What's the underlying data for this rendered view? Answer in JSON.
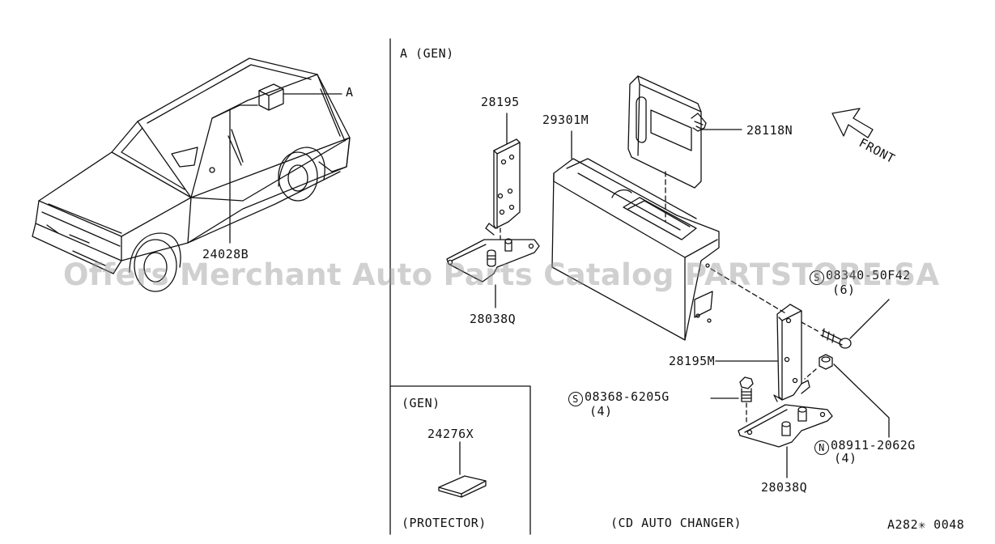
{
  "watermark": "Offers Merchant Auto Parts Catalog PARTSTORE.SA",
  "view_a_title": "A (GEN)",
  "callout_a": "A",
  "diagram_code": "A282✳ 0048",
  "parts": {
    "antenna": "24028B",
    "bracket_left": "28195",
    "cd_changer": "29301M",
    "controller": "28118N",
    "bracket_lower_left": "28038Q",
    "bracket_right": "28195M",
    "bracket_lower_right": "28038Q",
    "protector": "24276X"
  },
  "screw_top": {
    "prefix": "S",
    "number": "08340-50F42",
    "qty": "(6)"
  },
  "screw_left": {
    "prefix": "S",
    "number": "08368-6205G",
    "qty": "(4)"
  },
  "nut": {
    "prefix": "N",
    "number": "08911-2062G",
    "qty": "(4)"
  },
  "front_label": "FRONT",
  "inset_title": "(GEN)",
  "inset_caption": "(PROTECTOR)",
  "bottom_caption": "(CD AUTO CHANGER)"
}
